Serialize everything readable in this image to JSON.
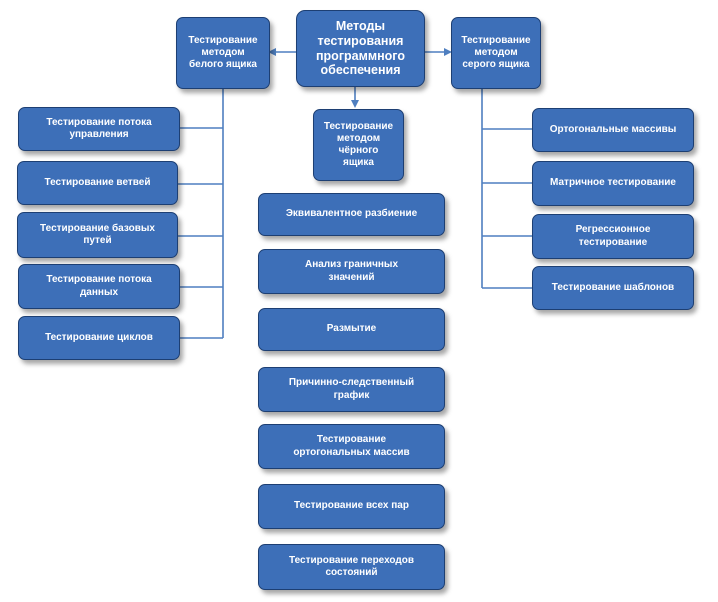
{
  "root": {
    "label": "Методы\nтестирования\nпрограммного\nобеспечения"
  },
  "white_box": {
    "label": "Тестирование\nметодом\nбелого ящика",
    "items": [
      "Тестирование потока\nуправления",
      "Тестирование ветвей",
      "Тестирование базовых\nпутей",
      "Тестирование потока\nданных",
      "Тестирование циклов"
    ]
  },
  "black_box": {
    "label": "Тестирование\nметодом\nчёрного\nящика",
    "items": [
      "Эквивалентное разбиение",
      "Анализ граничных\nзначений",
      "Размытие",
      "Причинно-следственный\nграфик",
      "Тестирование\nортогональных массив",
      "Тестирование всех пар",
      "Тестирование переходов\nсостояний"
    ]
  },
  "gray_box": {
    "label": "Тестирование\nметодом\nсерого ящика",
    "items": [
      "Ортогональные массивы",
      "Матричное тестирование",
      "Регрессионное\nтестирование",
      "Тестирование шаблонов"
    ]
  },
  "colors": {
    "node_fill": "#3d6fb8",
    "node_border": "#1d3f73",
    "connector": "#4f7fc0",
    "text": "#ffffff"
  }
}
